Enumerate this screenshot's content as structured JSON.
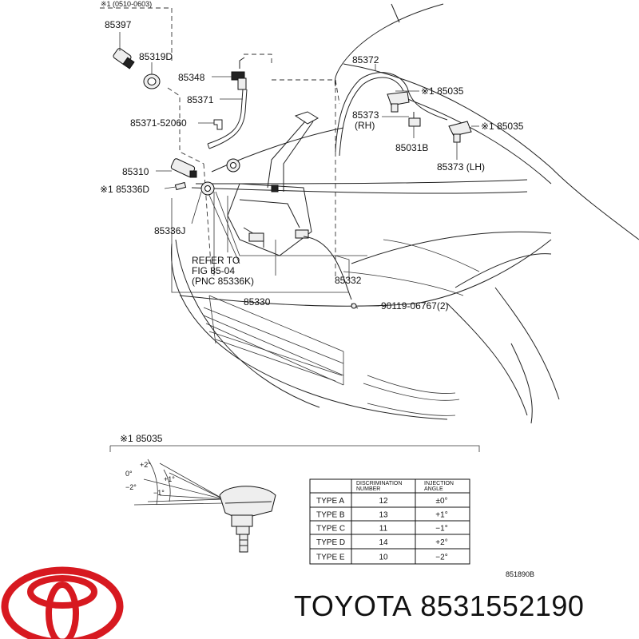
{
  "header_note": "※1 (0510-0603)",
  "callouts": {
    "p85397": "85397",
    "p85319D": "85319D",
    "p85348": "85348",
    "p85371": "85371",
    "p85371_52060": "85371-52060",
    "p85310": "85310",
    "p85336D": "※1 85336D",
    "p85336J": "85336J",
    "refer1": "REFER TO",
    "refer2": "FIG  85-04",
    "refer3": "(PNC 85336K)",
    "p85330": "85330",
    "p85332": "85332",
    "p90119": "90119-06767(2)",
    "p85372": "85372",
    "p85035a": "※1 85035",
    "p85373rh": "85373",
    "rh": "(RH)",
    "p85031B": "85031B",
    "p85035b": "※1 85035",
    "p85373lh": "85373 (LH)"
  },
  "detail": {
    "label": "※1 85035",
    "angles": [
      "0°",
      "+2°",
      "+1°",
      "−2°",
      "−1°"
    ]
  },
  "table": {
    "headers": [
      "",
      "DISCRIMINATION NUMBER",
      "INJECTION ANGLE"
    ],
    "rows": [
      [
        "TYPE A",
        "12",
        "±0°"
      ],
      [
        "TYPE B",
        "13",
        "+1°"
      ],
      [
        "TYPE C",
        "11",
        "−1°"
      ],
      [
        "TYPE D",
        "14",
        "+2°"
      ],
      [
        "TYPE E",
        "10",
        "−2°"
      ]
    ]
  },
  "figure_code": "851890B",
  "brand": {
    "name": "TOYOTA",
    "part_number": "8531552190",
    "logo_color": "#d71920"
  }
}
